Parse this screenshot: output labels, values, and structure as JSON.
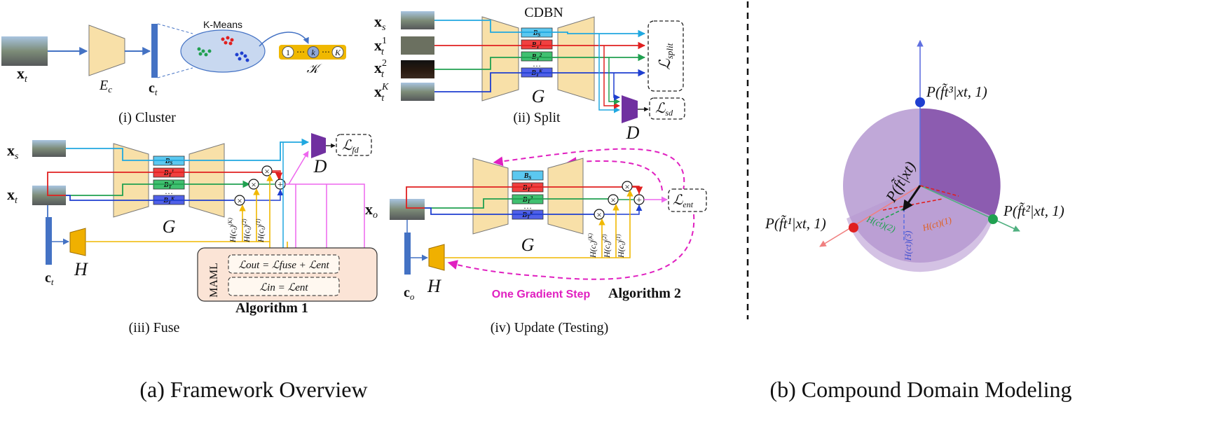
{
  "captions": {
    "cluster": "(i) Cluster",
    "split": "(ii) Split",
    "fuse": "(iii) Fuse",
    "update": "(iv) Update (Testing)",
    "overview": "(a) Framework Overview",
    "compound": "(b) Compound Domain Modeling"
  },
  "cluster": {
    "input": "x",
    "input_sub": "t",
    "encoder": "E",
    "encoder_sub": "c",
    "feature": "c",
    "feature_sub": "t",
    "kmeans": "K-Means",
    "slot_first": "1",
    "slot_mid": "k",
    "slot_last": "K",
    "set_label": "𝒦"
  },
  "split": {
    "title": "CDBN",
    "inputs": [
      {
        "base": "x",
        "sub": "s",
        "sup": ""
      },
      {
        "base": "x",
        "sub": "t",
        "sup": "1"
      },
      {
        "base": "x",
        "sub": "t",
        "sup": "2"
      },
      {
        "base": "x",
        "sub": "t",
        "sup": "K"
      }
    ],
    "bn": [
      "B",
      "B",
      "B",
      "B"
    ],
    "bn_sub": [
      "S",
      "T",
      "T",
      "T"
    ],
    "bn_sup": [
      "",
      "1",
      "2",
      "K"
    ],
    "ellipsis": "…",
    "generator": "G",
    "loss_split": "ℒ",
    "loss_split_sub": "split",
    "disc": "D",
    "loss_sd": "ℒ",
    "loss_sd_sub": "sd"
  },
  "fuse": {
    "xs": "x",
    "xs_sub": "s",
    "xt": "x",
    "xt_sub": "t",
    "generator": "G",
    "disc": "D",
    "loss_fd": "ℒ",
    "loss_fd_sub": "fd",
    "hnet": "H",
    "ct": "c",
    "ct_sub": "t",
    "h_labels": [
      "H(c_t)^(K)",
      "H(c_t)^(2)",
      "H(c_t)^(1)"
    ],
    "maml": "MAML",
    "loss_out": "ℒout = ℒfuse + ℒent",
    "loss_in": "ℒin = ℒent",
    "algorithm": "Algorithm 1"
  },
  "update": {
    "xo": "x",
    "xo_sub": "o",
    "generator": "G",
    "hnet": "H",
    "co": "c",
    "co_sub": "o",
    "loss_ent": "ℒ",
    "loss_ent_sub": "ent",
    "h_labels": [
      "H(c_t)^(K)",
      "H(c_t)^(2)",
      "H(c_t)^(1)"
    ],
    "gradient": "One Gradient Step",
    "algorithm": "Algorithm 2"
  },
  "compound": {
    "p3": "P(f̃t³|xt, 1)",
    "p2": "P(f̃t²|xt, 1)",
    "p1": "P(f̃t¹|xt, 1)",
    "pf": "P(f̃t|xt)",
    "h1": "H(ct)(1)",
    "h2": "H(ct)(2)",
    "h3": "H(ct)(3)"
  },
  "colors": {
    "module": "#f8e0a8",
    "feature": "#4472c4",
    "purple": "#7030a0",
    "magenta": "#e020c0",
    "orange_line": "#f0b800",
    "red": "#e02020",
    "green": "#20a050",
    "blue": "#1f3fd0",
    "cyan": "#20a8e0",
    "violet": "#ee66ee",
    "sphere": "#c0a8d8",
    "sphere_dark": "#8c5cb0"
  }
}
